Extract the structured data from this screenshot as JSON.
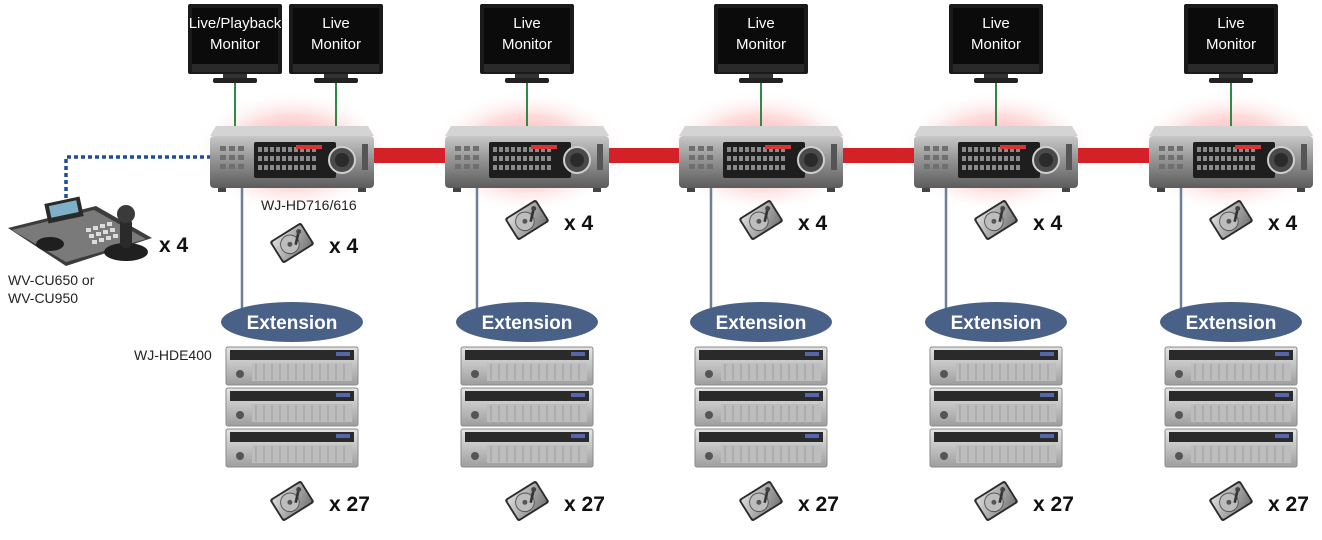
{
  "monitors": [
    {
      "line1": "Live/Playback",
      "line2": "Monitor"
    },
    {
      "line1": "Live",
      "line2": "Monitor"
    },
    {
      "line1": "Live",
      "line2": "Monitor"
    },
    {
      "line1": "Live",
      "line2": "Monitor"
    },
    {
      "line1": "Live",
      "line2": "Monitor"
    },
    {
      "line1": "Live",
      "line2": "Monitor"
    }
  ],
  "recorder_model": "WJ-HD716/616",
  "extension_label": "Extension",
  "extension_model": "WJ-HDE400",
  "controller": {
    "model_line1": "WV-CU650 or",
    "model_line2": "WV-CU950",
    "count": "x 4"
  },
  "hdd_internal_count": "x 4",
  "hdd_extension_count": "x 27",
  "units": 5,
  "colors": {
    "link": "#d42128",
    "video": "#2f8a4a",
    "ext_line": "#6b7f99",
    "ext_pill": "#4a6187",
    "control": "#1f4d99"
  },
  "icons": {
    "monitor": "monitor-icon",
    "recorder": "dvr-recorder-icon",
    "hdd": "hard-disk-icon",
    "extension_unit": "extension-unit-icon",
    "controller": "system-controller-icon"
  }
}
